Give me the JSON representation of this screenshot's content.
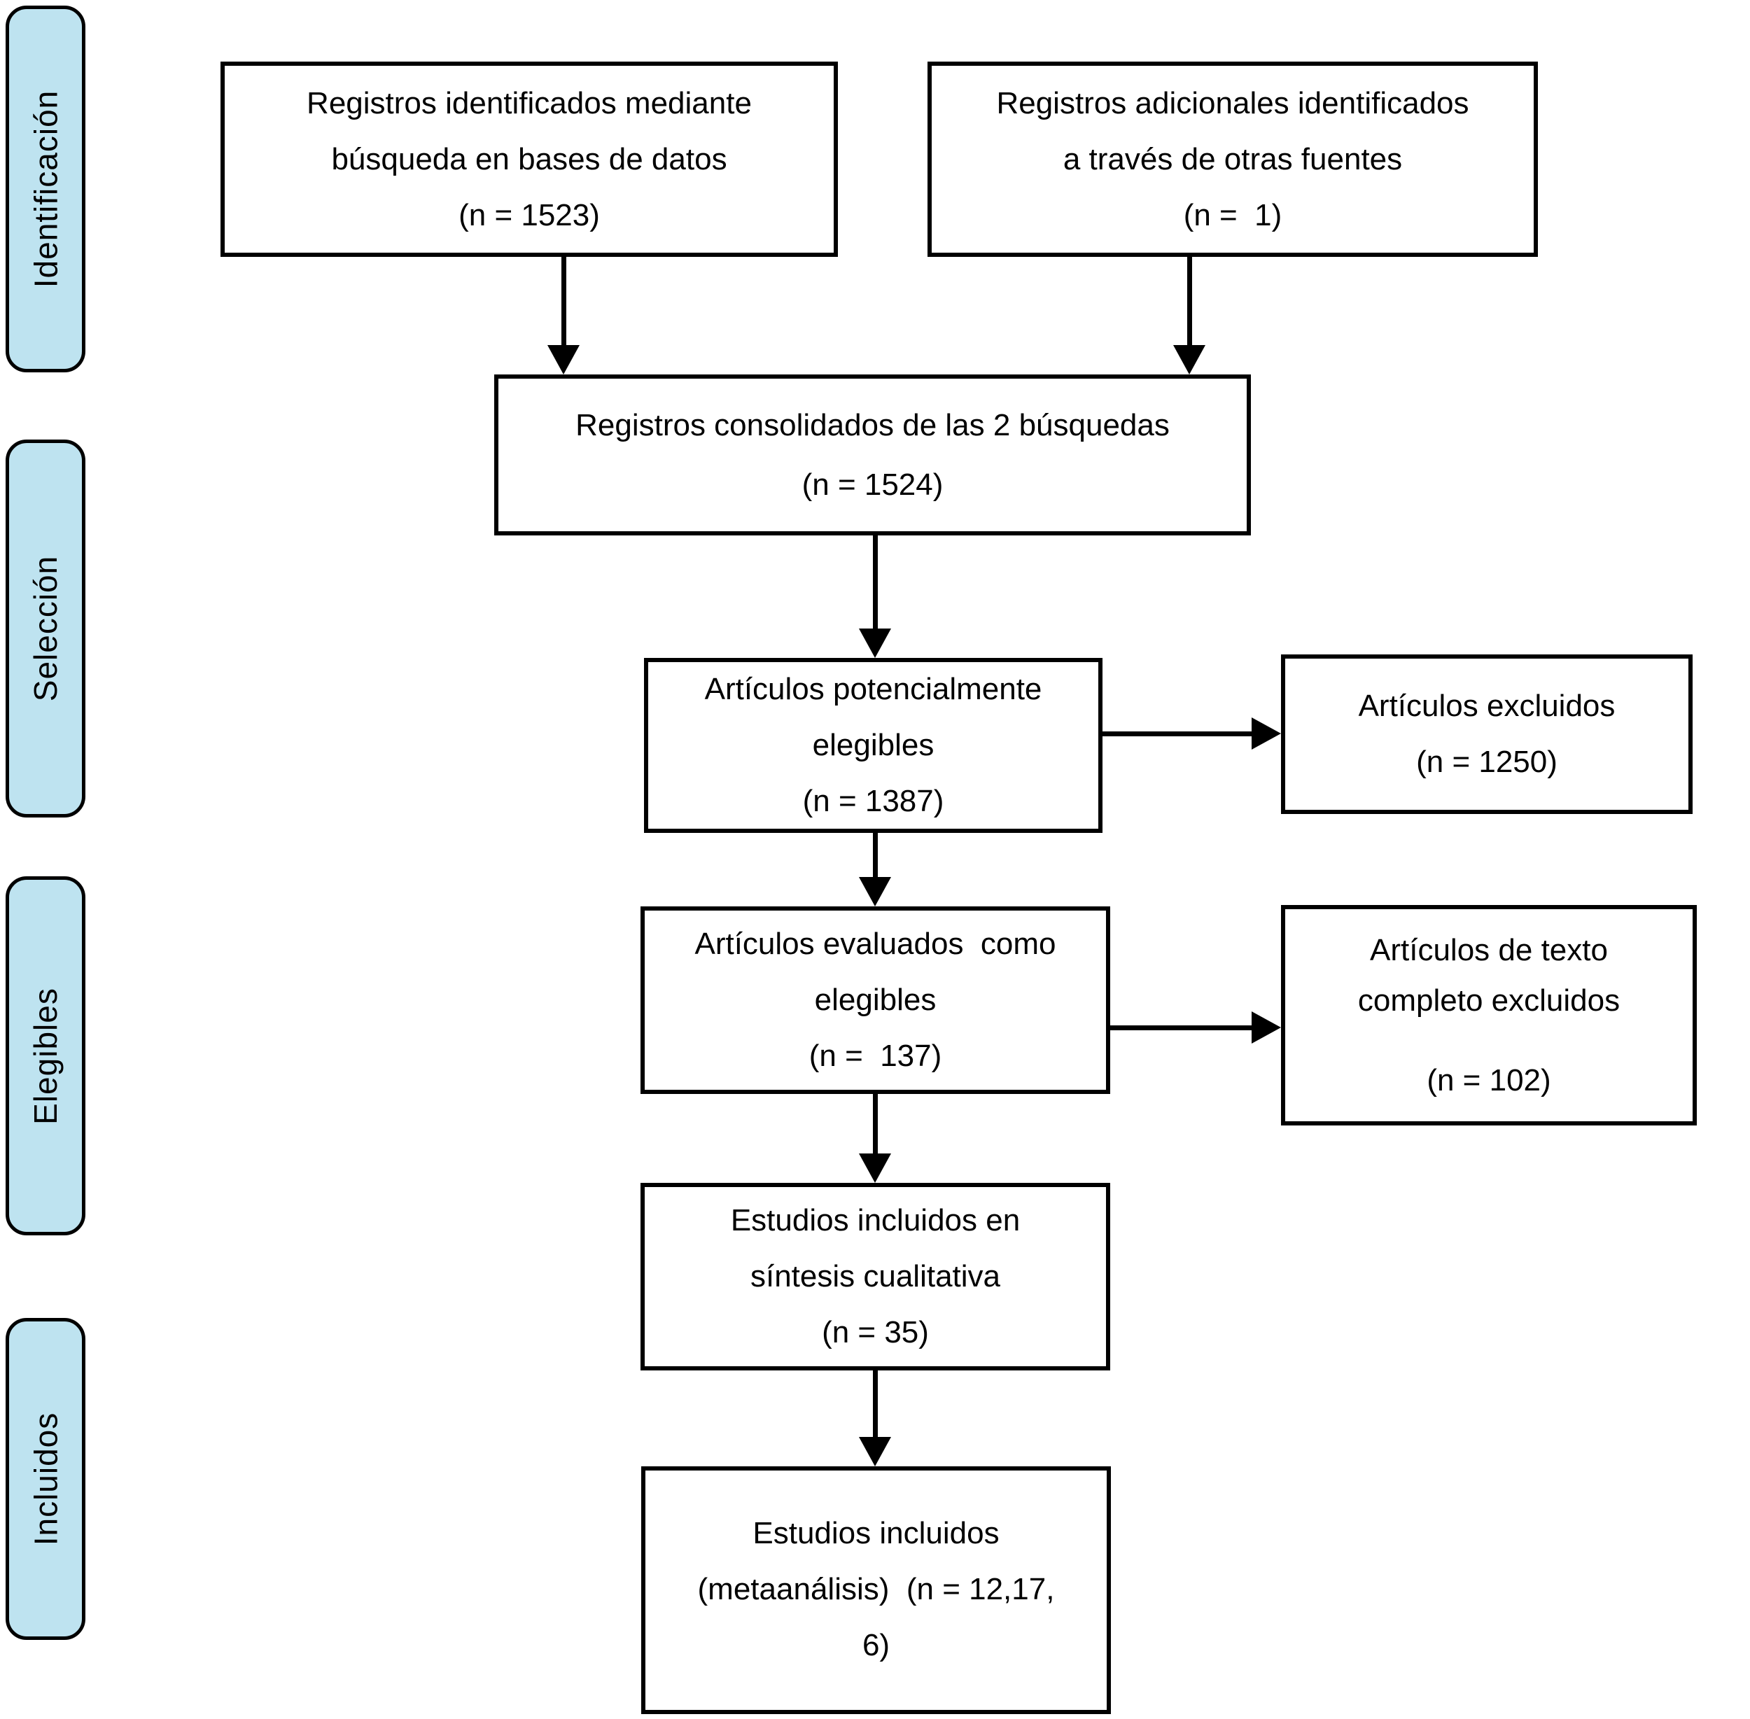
{
  "stages": [
    {
      "label": "Identificación"
    },
    {
      "label": "Selección"
    },
    {
      "label": "Elegibles"
    },
    {
      "label": "Incluidos"
    }
  ],
  "boxes": {
    "identified_db": {
      "lines": [
        "Registros identificados mediante",
        "búsqueda en bases de datos",
        "(n = 1523)"
      ]
    },
    "identified_other": {
      "lines": [
        "Registros adicionales identificados",
        "a través de otras fuentes",
        "(n =  1)"
      ]
    },
    "consolidated": {
      "lines": [
        "Registros consolidados de las 2 búsquedas",
        "(n = 1524)"
      ]
    },
    "potentially_eligible": {
      "lines": [
        "Artículos potencialmente",
        "elegibles",
        "(n = 1387)"
      ]
    },
    "excluded": {
      "lines": [
        "Artículos excluidos",
        "(n = 1250)"
      ]
    },
    "assessed_eligible": {
      "lines": [
        "Artículos evaluados  como",
        "elegibles",
        "(n =  137)"
      ]
    },
    "fulltext_excluded": {
      "lines": [
        "Artículos de texto",
        "completo excluidos",
        "(n = 102)"
      ]
    },
    "qualitative_synthesis": {
      "lines": [
        "Estudios incluidos en",
        "síntesis cualitativa",
        "(n = 35)"
      ]
    },
    "meta_analysis": {
      "lines": [
        "Estudios incluidos",
        "(metaanálisis)  (n = 12,17,",
        "6)"
      ]
    }
  },
  "colors": {
    "stage_fill": "#bee3f0",
    "line": "#000000",
    "box_fill": "#ffffff"
  }
}
